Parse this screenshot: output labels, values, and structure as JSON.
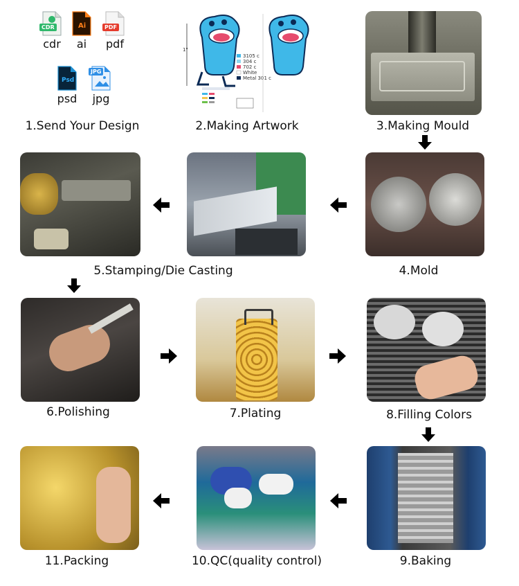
{
  "colors": {
    "arrow": "#000000",
    "cdr": "#2fb86b",
    "ai": "#ff7f18",
    "ai_bg": "#2a1300",
    "pdf": "#e53b2c",
    "psd": "#1e8fd1",
    "psd_bg": "#08243a",
    "jpg": "#2f8fe6"
  },
  "file_types": [
    {
      "name": "cdr",
      "badge": "CDR",
      "icon": "cdr-file-icon"
    },
    {
      "name": "ai",
      "badge": "Ai",
      "icon": "ai-file-icon"
    },
    {
      "name": "pdf",
      "badge": "PDF",
      "icon": "pdf-file-icon"
    },
    {
      "name": "psd",
      "badge": "Psd",
      "icon": "psd-file-icon"
    },
    {
      "name": "jpg",
      "badge": "JPG",
      "icon": "jpg-file-icon"
    }
  ],
  "artwork": {
    "swatches": [
      "3105 c",
      "304 c",
      "702 c",
      "White",
      "Metal 301 c"
    ],
    "dimension": "1\""
  },
  "steps": [
    {
      "label": "1.Send Your Design"
    },
    {
      "label": "2.Making Artwork"
    },
    {
      "label": "3.Making Mould"
    },
    {
      "label": "4.Mold"
    },
    {
      "label": "5.Stamping/Die Casting"
    },
    {
      "label": "6.Polishing"
    },
    {
      "label": "7.Plating"
    },
    {
      "label": "8.Filling Colors"
    },
    {
      "label": "9.Baking"
    },
    {
      "label": "10.QC(quality control)"
    },
    {
      "label": "11.Packing"
    }
  ]
}
